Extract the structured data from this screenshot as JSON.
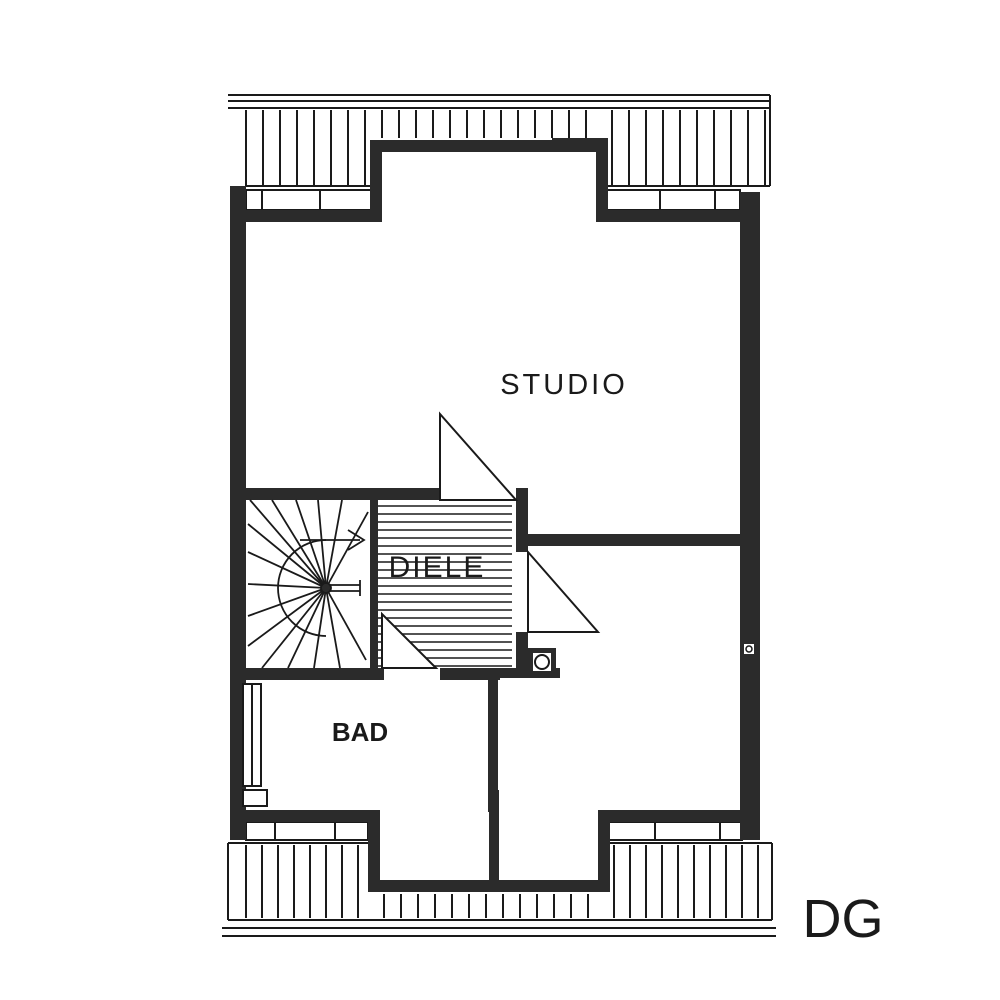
{
  "floor_plan": {
    "floor_label": "DG",
    "rooms": {
      "studio": "STUDIO",
      "diele": "DIELE",
      "bad": "BAD"
    }
  },
  "colors": {
    "wall": "#2b2b2b",
    "line": "#1a1a1a",
    "background": "#ffffff"
  }
}
